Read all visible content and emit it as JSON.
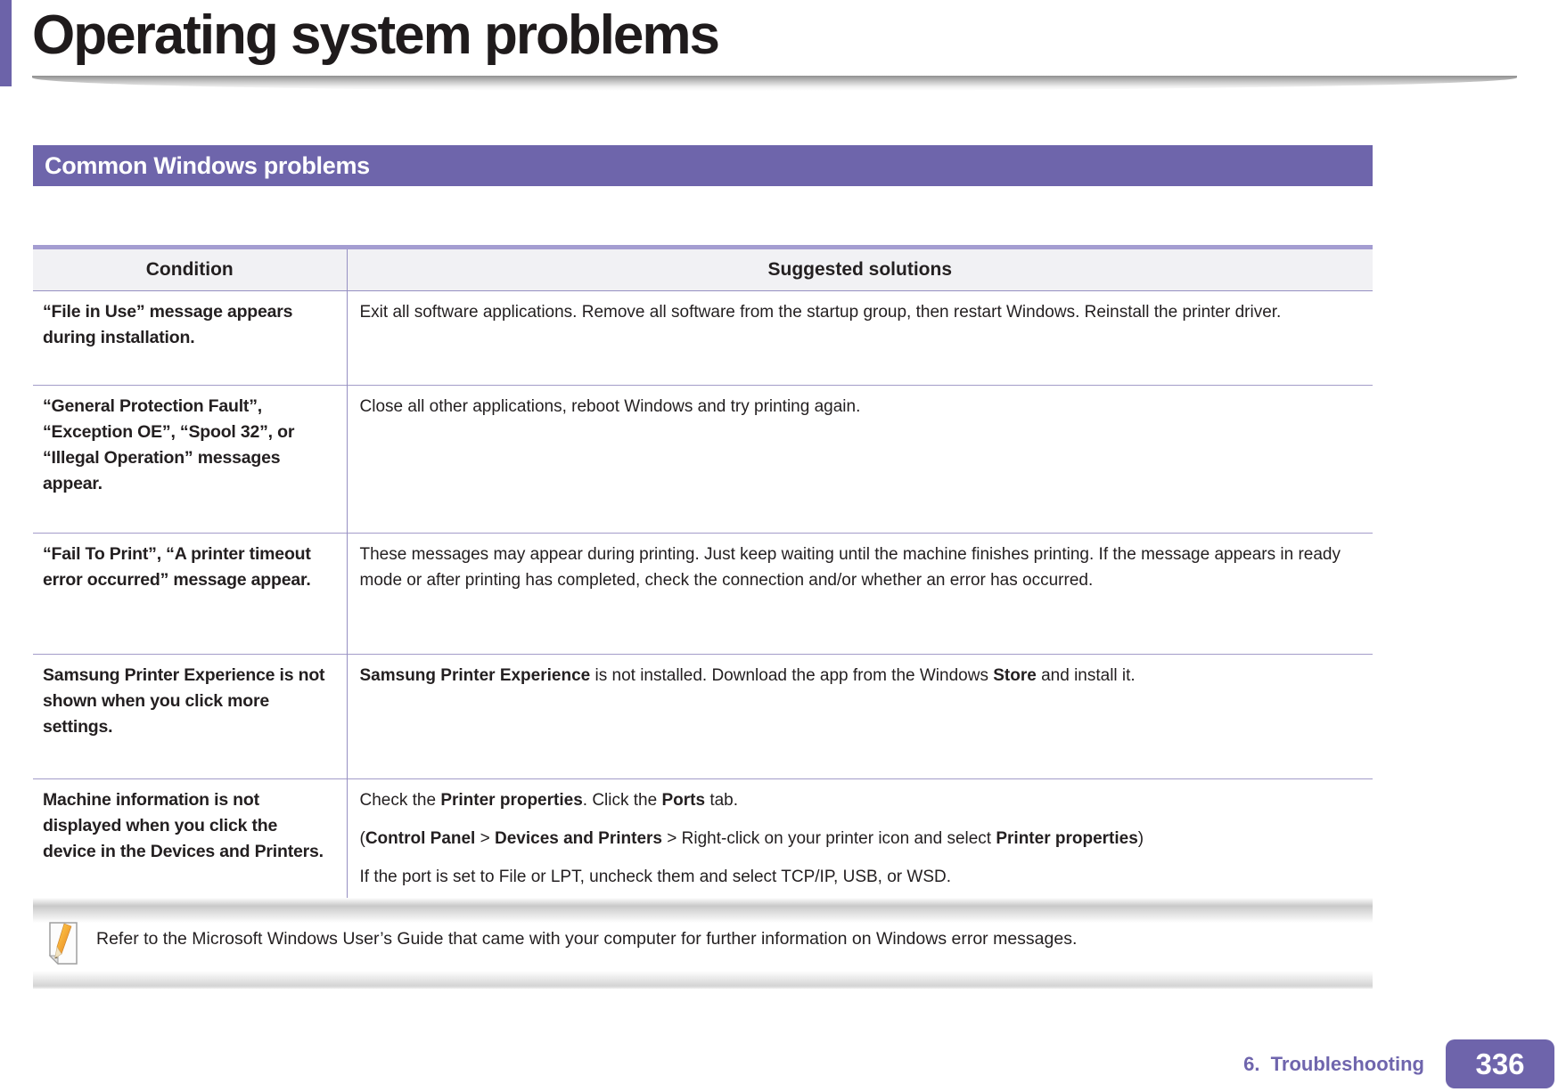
{
  "header": {
    "title": "Operating system problems"
  },
  "section": {
    "title": "Common Windows problems"
  },
  "table": {
    "col_headers": [
      "Condition",
      "Suggested solutions"
    ],
    "rows": [
      {
        "condition": "“File in Use” message appears during installation.",
        "solution": [
          [
            {
              "t": "Exit all software applications. Remove all software from the startup group, then restart Windows. Reinstall the printer driver."
            }
          ]
        ]
      },
      {
        "condition": "“General Protection Fault”, “Exception OE”, “Spool 32”, or “Illegal Operation” messages appear.",
        "solution": [
          [
            {
              "t": "Close all other applications, reboot Windows and try printing again."
            }
          ]
        ]
      },
      {
        "condition": "“Fail To Print”, “A printer timeout error occurred” message appear.",
        "solution": [
          [
            {
              "t": "These messages may appear during printing. Just keep waiting until the machine finishes printing. If the message appears in ready mode or after printing has completed, check the connection and/or whether an error has occurred."
            }
          ]
        ]
      },
      {
        "condition": "Samsung Printer Experience is not shown when you click more settings.",
        "solution": [
          [
            {
              "t": "Samsung Printer Experience",
              "b": true
            },
            {
              "t": " is not installed. Download the app from the Windows "
            },
            {
              "t": "Store",
              "b": true
            },
            {
              "t": " and install it."
            }
          ]
        ]
      },
      {
        "condition": "Machine information is not displayed when you click the device in the Devices and Printers.",
        "solution": [
          [
            {
              "t": "Check the "
            },
            {
              "t": "Printer properties",
              "b": true
            },
            {
              "t": ". Click the "
            },
            {
              "t": "Ports",
              "b": true
            },
            {
              "t": " tab."
            }
          ],
          [
            {
              "t": "("
            },
            {
              "t": "Control Panel",
              "b": true
            },
            {
              "t": " > "
            },
            {
              "t": "Devices and Printers",
              "b": true
            },
            {
              "t": " > Right-click on your printer icon and select "
            },
            {
              "t": "Printer properties",
              "b": true
            },
            {
              "t": ")"
            }
          ],
          [
            {
              "t": "If the port is set to File or LPT, uncheck them and select TCP/IP, USB, or WSD."
            }
          ]
        ]
      }
    ]
  },
  "note": {
    "icon": "pencil-page-icon",
    "text": "Refer to the Microsoft Windows User’s Guide that came with your computer for further information on Windows error messages."
  },
  "footer": {
    "chapter": "6.  Troubleshooting",
    "page_number": "336"
  },
  "colors": {
    "accent_purple": "#6c63a9",
    "section_band_purple": "#6e65ab",
    "table_frame_purple": "#a49dd1",
    "table_inner_border": "#968fc2",
    "header_row_bg": "#f1f1f4",
    "footer_text_purple": "#6f65ad",
    "page_badge_bg": "#6e64ab",
    "body_text": "#231f20"
  }
}
